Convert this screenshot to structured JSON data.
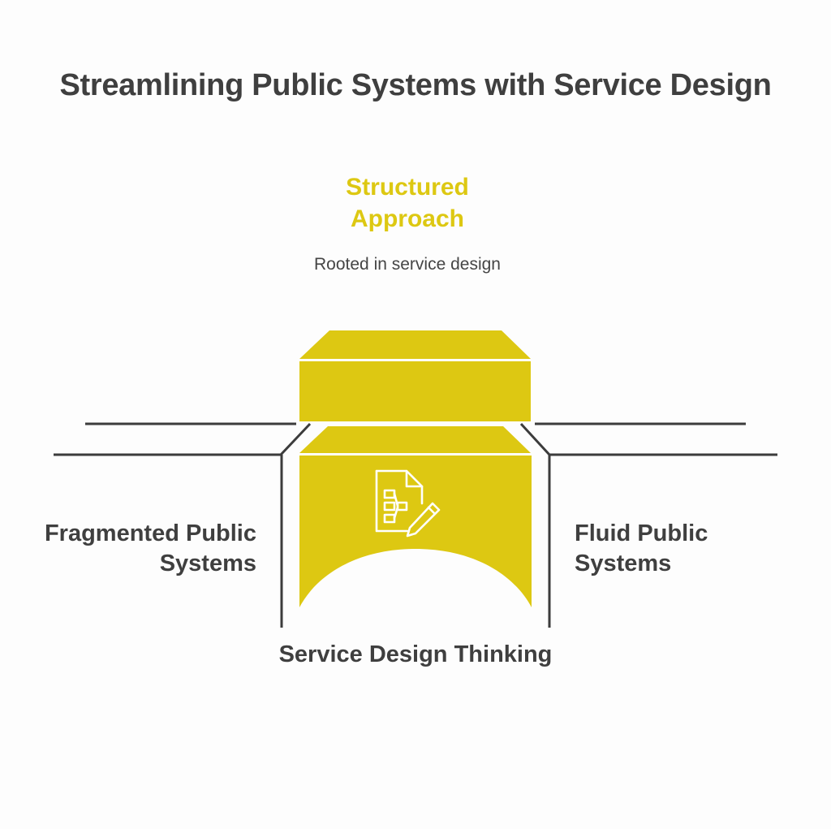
{
  "title": "Streamlining Public Systems with Service Design",
  "top": {
    "heading": "Structured Approach",
    "description": "Rooted in service design"
  },
  "left_label": "Fragmented Public Systems",
  "right_label": "Fluid Public Systems",
  "bottom_label": "Service Design Thinking",
  "colors": {
    "accent": "#ddc812",
    "text": "#3f3f3f",
    "line": "#3c3c3c",
    "background": "#fdfdfd"
  },
  "icon": "document-flowchart-pencil-icon"
}
